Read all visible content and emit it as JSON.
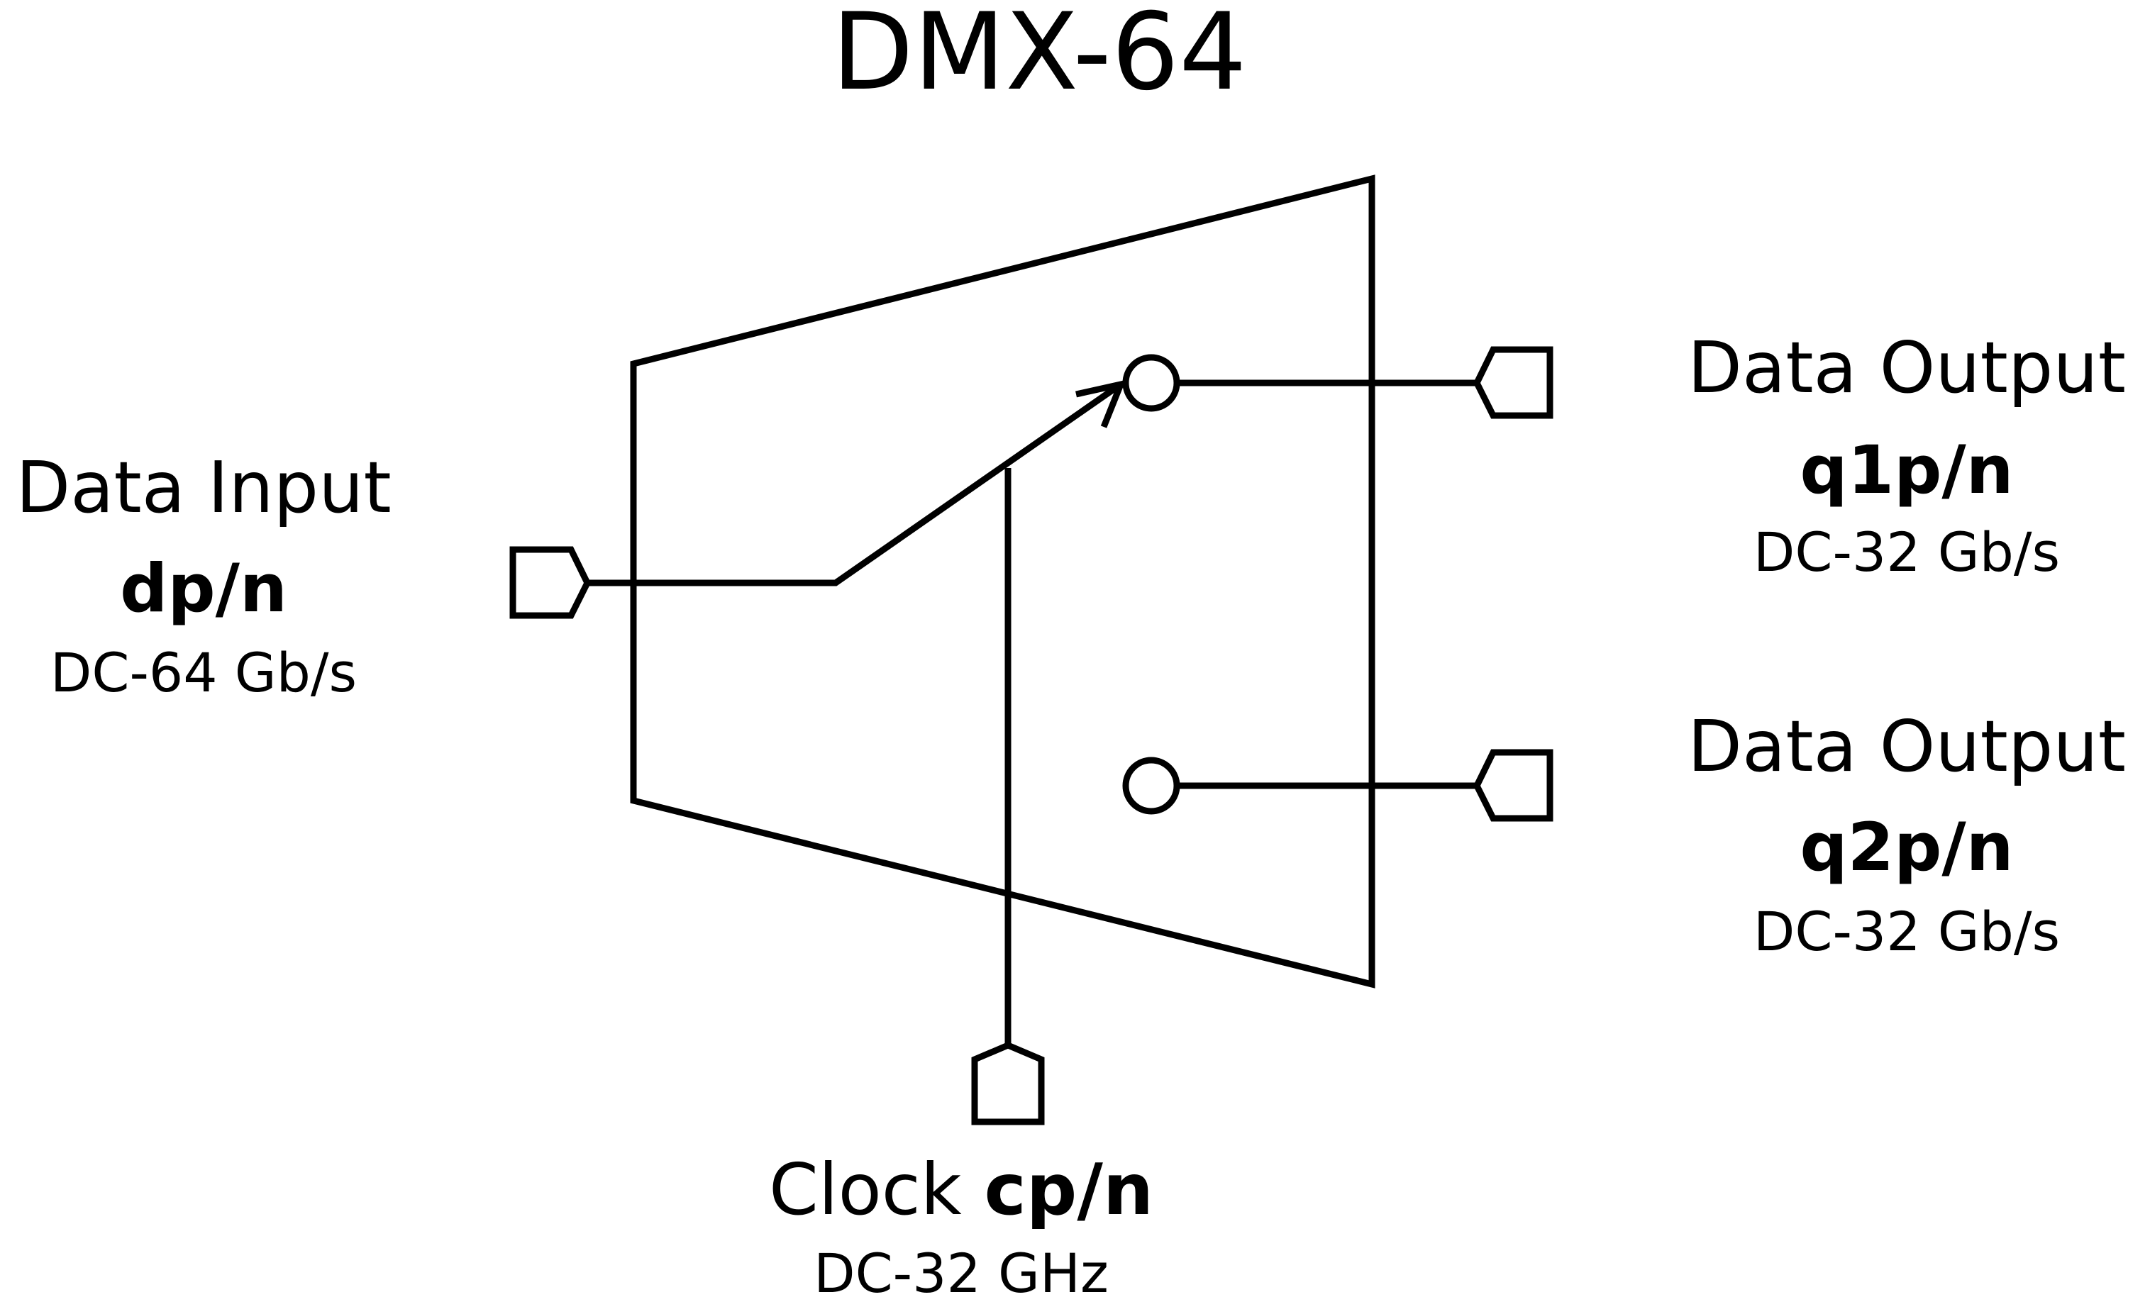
{
  "title": "DMX-64",
  "data_input": {
    "label": "Data Input",
    "signal": "dp/n",
    "rate": "DC-64 Gb/s"
  },
  "clock": {
    "label": "Clock",
    "signal": "cp/n",
    "rate": "DC-32 GHz"
  },
  "outputs": [
    {
      "label": "Data Output",
      "signal": "q1p/n",
      "rate": "DC-32 Gb/s"
    },
    {
      "label": "Data Output",
      "signal": "q2p/n",
      "rate": "DC-32 Gb/s"
    }
  ],
  "colors": {
    "stroke": "#000000",
    "background": "#ffffff"
  }
}
